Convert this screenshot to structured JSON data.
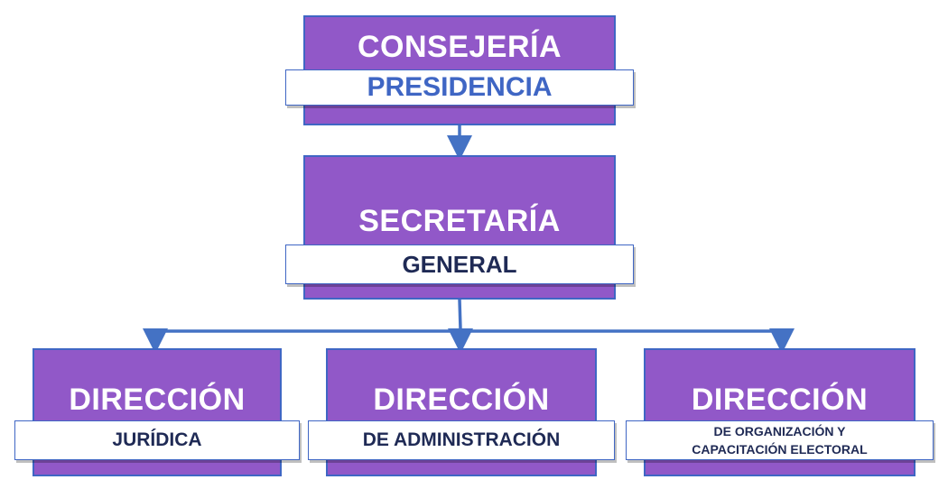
{
  "colors": {
    "box_fill": "#9158c8",
    "box_border": "#3f66c4",
    "connector": "#4472c4",
    "label_text_dark": "#1f2a55",
    "label_text_blue": "#3f66c4"
  },
  "nodes": {
    "consejeria": {
      "title": "CONSEJERÍA",
      "label": "PRESIDENCIA"
    },
    "secretaria": {
      "title": "SECRETARÍA",
      "label": "GENERAL"
    },
    "juridica": {
      "title": "DIRECCIÓN",
      "label": "JURÍDICA"
    },
    "administracion": {
      "title": "DIRECCIÓN",
      "label": "DE ADMINISTRACIÓN"
    },
    "organizacion": {
      "title": "DIRECCIÓN",
      "label_line1": "DE ORGANIZACIÓN Y",
      "label_line2": "CAPACITACIÓN ELECTORAL"
    }
  }
}
